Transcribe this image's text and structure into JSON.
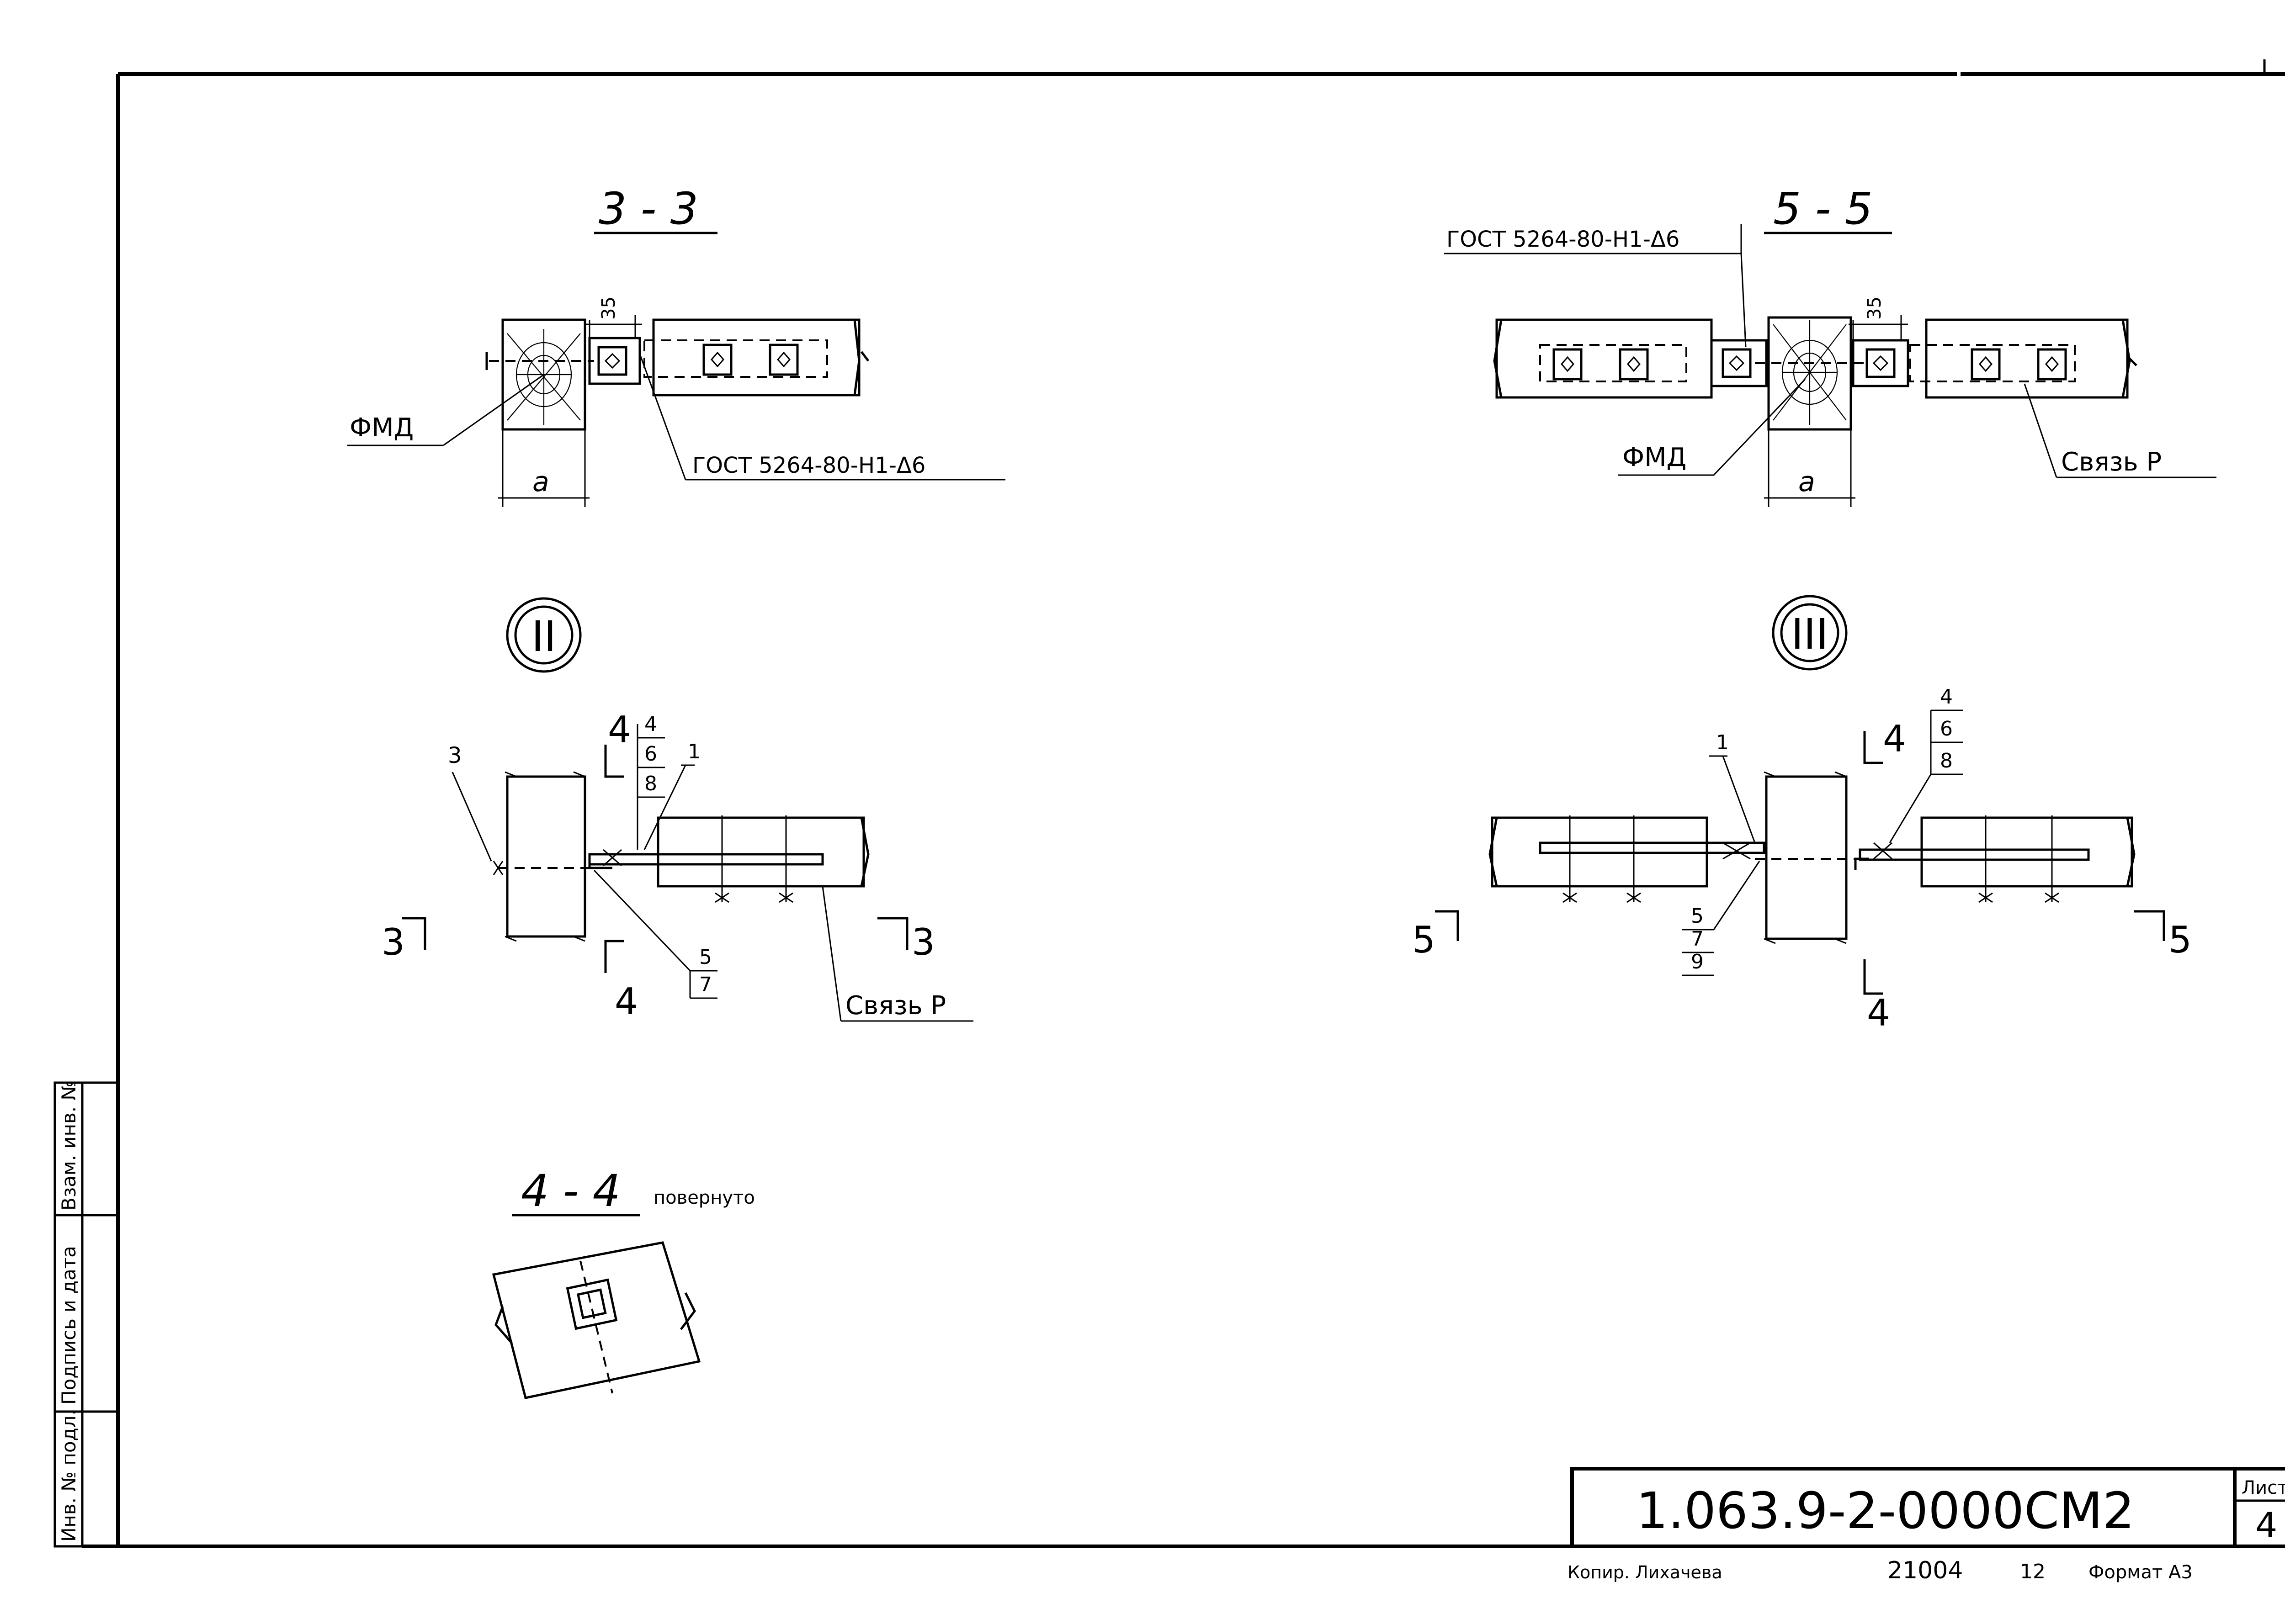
{
  "sections": {
    "s33": {
      "title": "3 - 3",
      "label_fmd": "ФМД",
      "label_gost": "ГОСТ 5264-80-Н1-Δ6",
      "dim_35": "35",
      "dim_a": "а"
    },
    "s55": {
      "title": "5 - 5",
      "label_gost": "ГОСТ 5264-80-Н1-Δ6",
      "label_fmd": "ФМД",
      "label_link": "Связь Р",
      "dim_35": "35",
      "dim_a": "а"
    }
  },
  "nodes": {
    "n2": {
      "roman": "II",
      "cut_top": "4",
      "cut_bottom": "4",
      "cut_left": "3",
      "cut_right": "3",
      "callout_top": [
        "4",
        "6",
        "8"
      ],
      "callout_one": "1",
      "callout_three": "3",
      "callout_bottom": [
        "5",
        "7"
      ],
      "label_link": "Связь Р"
    },
    "n3": {
      "roman": "III",
      "cut_top": "4",
      "cut_bottom": "4",
      "cut_left": "5",
      "cut_right": "5",
      "callout_top": [
        "4",
        "6",
        "8"
      ],
      "callout_one": "1",
      "callout_bottom": [
        "5",
        "7",
        "9"
      ]
    }
  },
  "s44": {
    "title": "4 - 4",
    "note": "повернуто"
  },
  "stamp": {
    "designation": "1.063.9-2-0000СМ2",
    "sheet_label": "Лист",
    "sheet_number": "4"
  },
  "side_block": [
    "Инв. № подл.",
    "Подпись и дата",
    "Взам. инв. №"
  ],
  "footer": {
    "copied": "Копир. Лихачева",
    "order": "21004",
    "page": "12",
    "format": "Формат А3"
  }
}
